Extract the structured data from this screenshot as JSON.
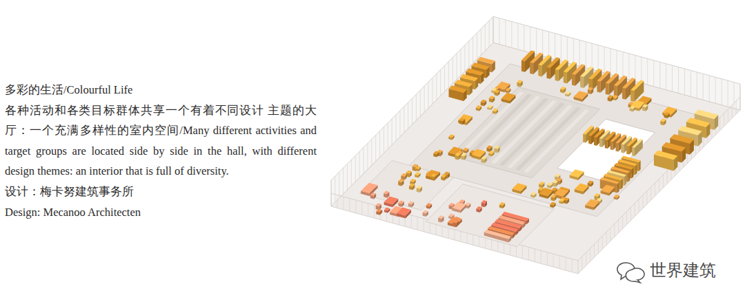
{
  "diagram": {
    "title": "多彩的生活/Colourful Life",
    "caption": "各种活动和各类目标群体共享一个有着不同设计 主题的大厅：一个充满多样性的室内空间/Many different activities and target groups are located side by side in the hall, with different design themes: an interior that is full of diversity.",
    "labels": [
      "设计：梅卡努建筑事务所",
      "Design: Mecanoo Architecten",
      "世界建筑"
    ]
  }
}
